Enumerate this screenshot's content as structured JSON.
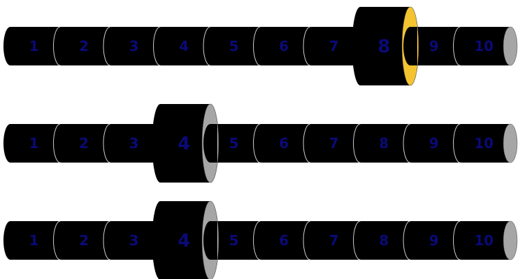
{
  "colors": {
    "background": "#ffffff",
    "cylinder_fill": "#000000",
    "divider_stroke": "#cfcfcf",
    "number_color": "#0a0a78",
    "end_cap": "#a6a6a6",
    "highlight_cap": "#f4c430"
  },
  "rows": [
    {
      "segments": [
        "1",
        "2",
        "3",
        "4",
        "5",
        "6",
        "7",
        "8",
        "9",
        "10"
      ],
      "selected_index": 7,
      "highlighted": true
    },
    {
      "segments": [
        "1",
        "2",
        "3",
        "4",
        "5",
        "6",
        "7",
        "8",
        "9",
        "10"
      ],
      "selected_index": 3,
      "highlighted": false
    },
    {
      "segments": [
        "1",
        "2",
        "3",
        "4",
        "5",
        "6",
        "7",
        "8",
        "9",
        "10"
      ],
      "selected_index": 3,
      "highlighted": false
    }
  ]
}
